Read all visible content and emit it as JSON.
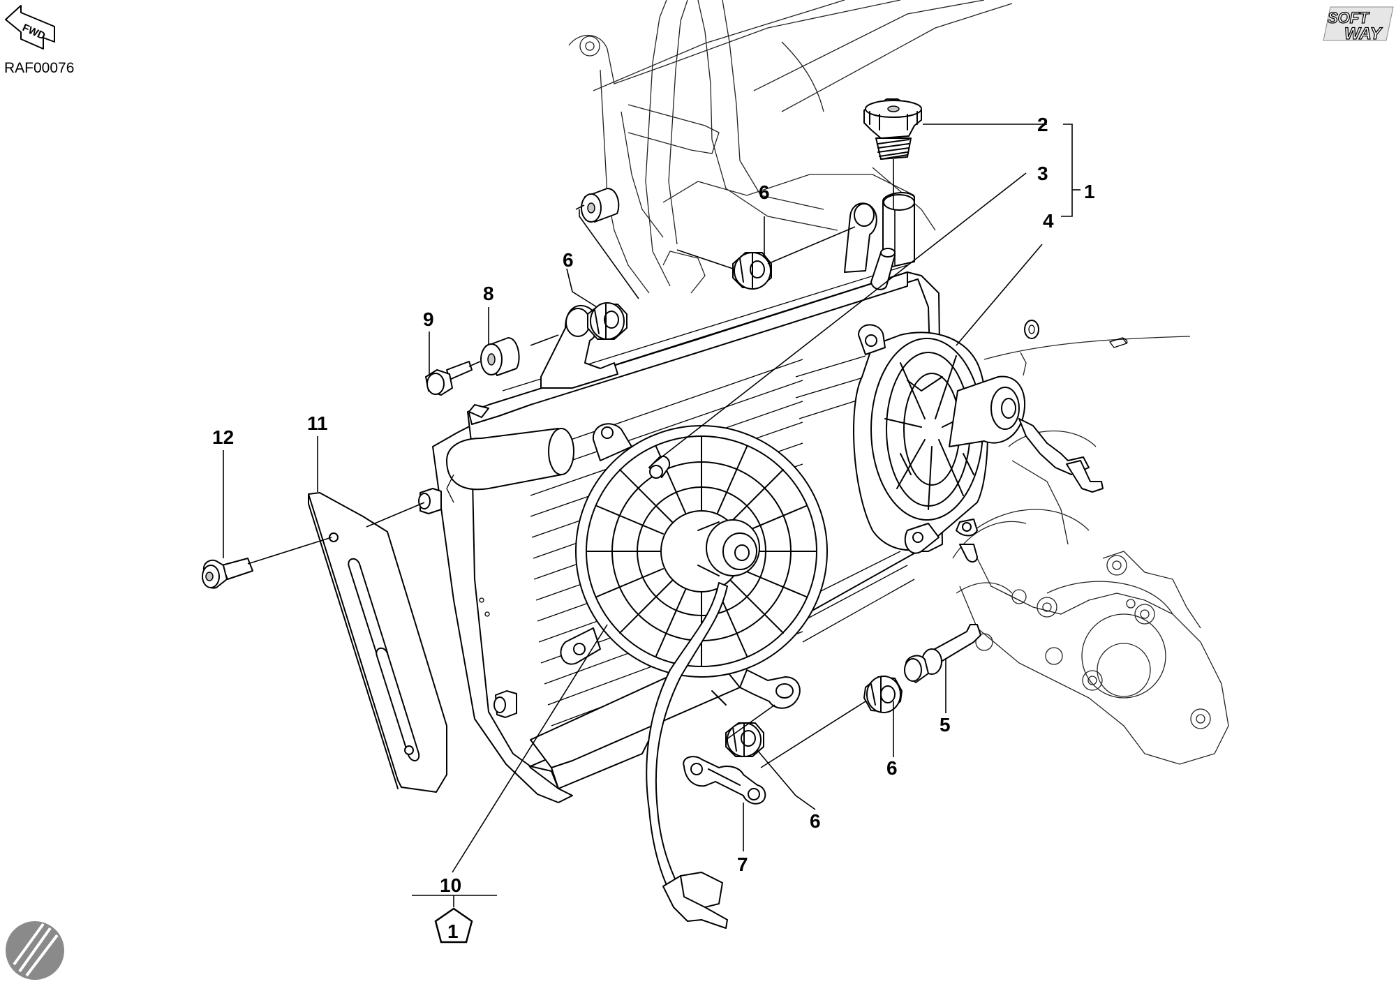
{
  "diagram": {
    "code": "RAF00076",
    "fwd_label": "FWD",
    "logo_line1": "SOFT",
    "logo_line2": "WAY",
    "callouts": {
      "c1": "1",
      "c2": "2",
      "c3": "3",
      "c4": "4",
      "c5": "5",
      "c6a": "6",
      "c6b": "6",
      "c6c": "6",
      "c6d": "6",
      "c7": "7",
      "c8": "8",
      "c9": "9",
      "c10": "10",
      "c11": "11",
      "c12": "12"
    },
    "kit_symbol": "1"
  }
}
